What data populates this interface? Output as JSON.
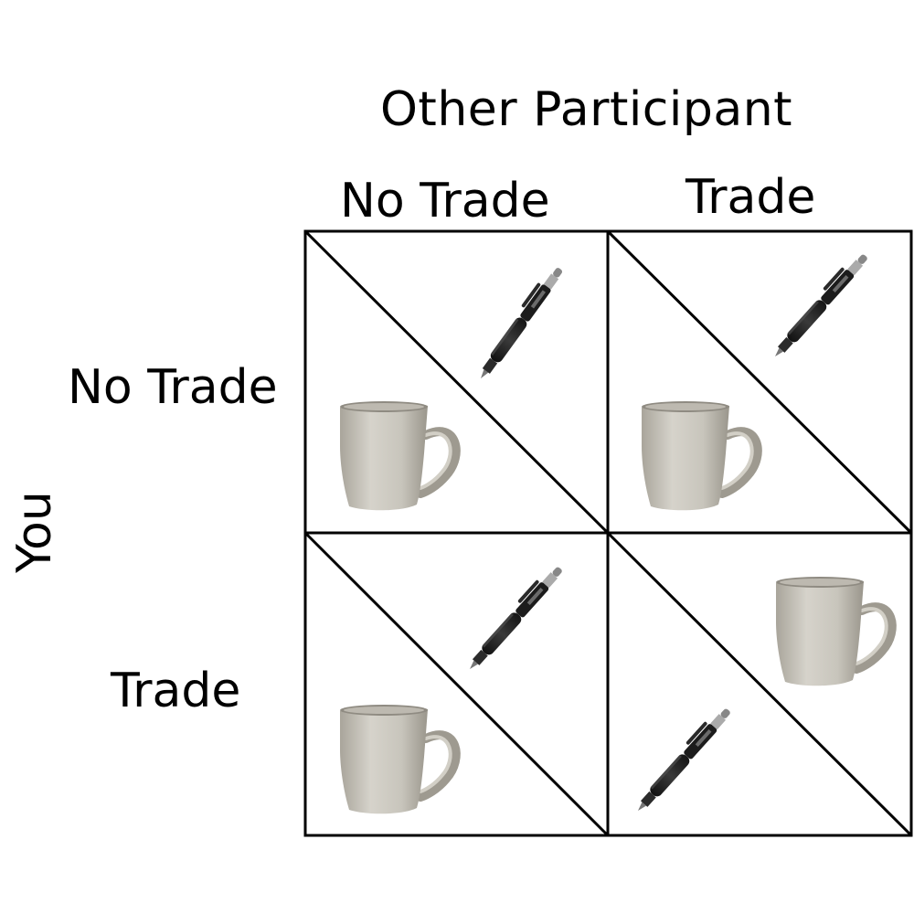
{
  "diagram": {
    "top_label": "Other Participant",
    "side_label": "You",
    "columns": [
      "No Trade",
      "Trade"
    ],
    "rows": [
      "No Trade",
      "Trade"
    ],
    "cells": [
      {
        "row": "No Trade",
        "col": "No Trade",
        "upper_item": "pen",
        "lower_item": "mug"
      },
      {
        "row": "No Trade",
        "col": "Trade",
        "upper_item": "pen",
        "lower_item": "mug"
      },
      {
        "row": "Trade",
        "col": "No Trade",
        "upper_item": "pen",
        "lower_item": "mug"
      },
      {
        "row": "Trade",
        "col": "Trade",
        "upper_item": "mug",
        "lower_item": "pen"
      }
    ],
    "colors": {
      "line": "#000000",
      "mug": "#c9c6bd",
      "pen": "#2a2a2a"
    }
  }
}
